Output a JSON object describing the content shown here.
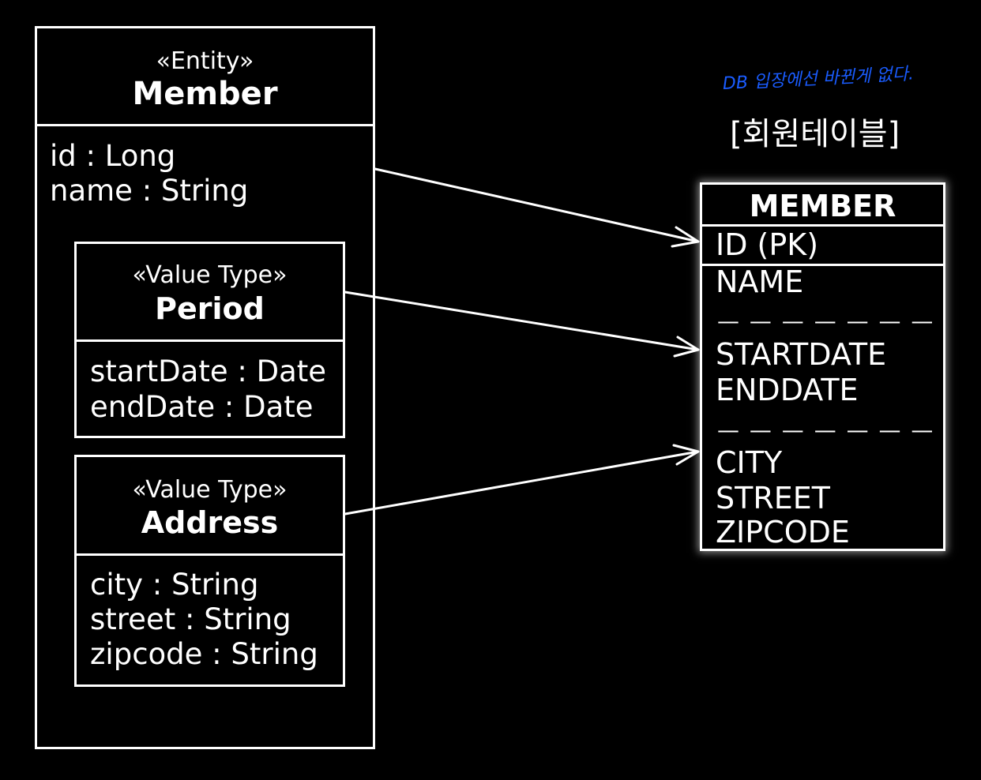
{
  "entity": {
    "stereotype": "«Entity»",
    "name": "Member",
    "attributes": [
      "id : Long",
      "name : String"
    ]
  },
  "period": {
    "stereotype": "«Value Type»",
    "name": "Period",
    "attributes": [
      "startDate : Date",
      "endDate : Date"
    ]
  },
  "address": {
    "stereotype": "«Value Type»",
    "name": "Address",
    "attributes": [
      "city : String",
      "street : String",
      "zipcode : String"
    ]
  },
  "table": {
    "caption": "[회원테이블]",
    "name": "MEMBER",
    "pk": "ID (PK)",
    "columns": [
      "NAME",
      "STARTDATE",
      "ENDDATE",
      "CITY",
      "STREET",
      "ZIPCODE"
    ],
    "separator": "— — — — — — —"
  },
  "annotation": {
    "text": "DB 입장에선 바뀐게 없다.",
    "color": "#1a5cff"
  }
}
